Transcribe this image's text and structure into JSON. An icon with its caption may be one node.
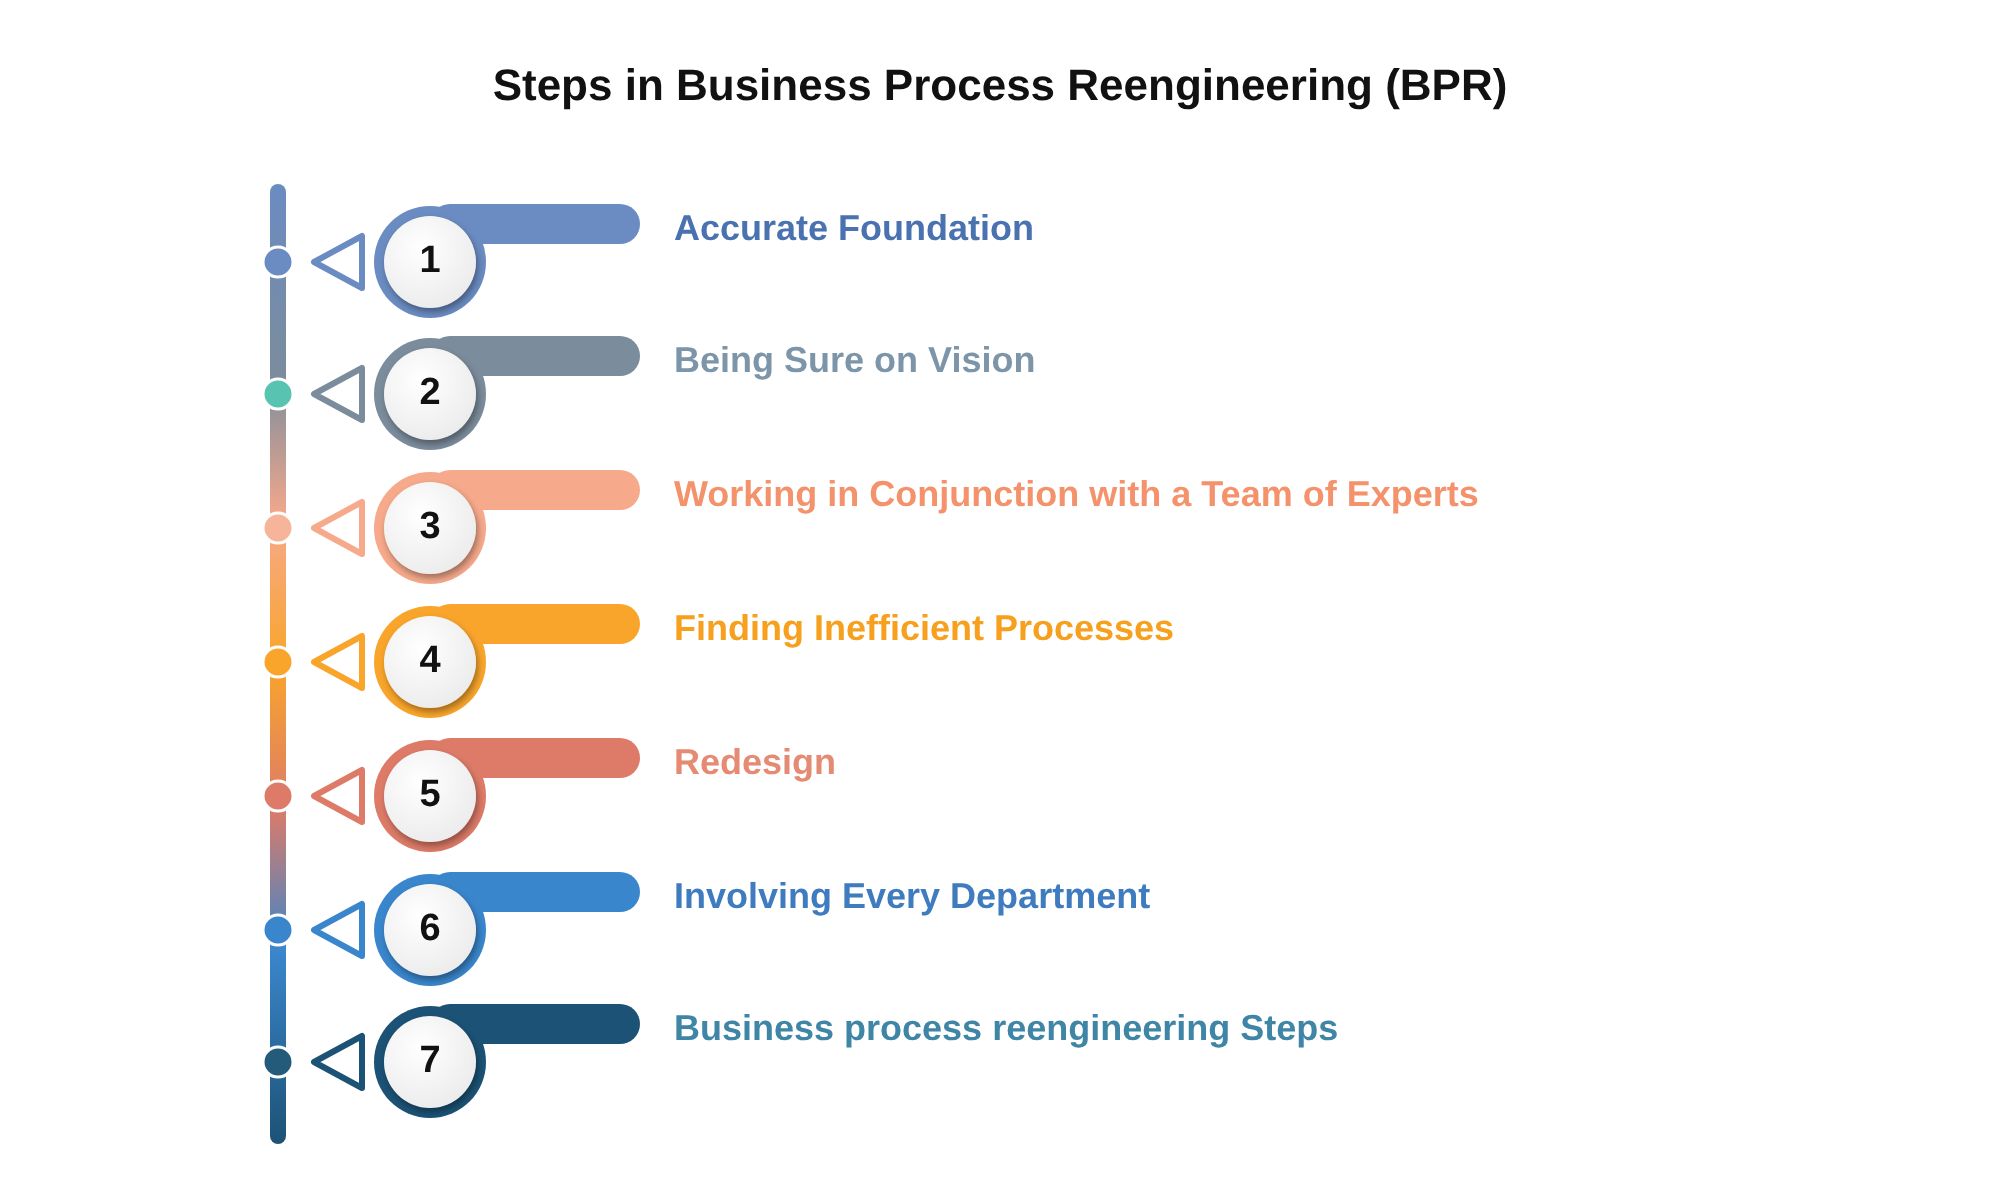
{
  "diagram": {
    "title": "Steps in Business Process Reengineering (BPR)",
    "nodes": [
      {
        "text": [
          "1"
        ],
        "beside": [
          "Accurate Foundation"
        ]
      },
      {
        "text": [
          "2"
        ],
        "beside": [
          "Being Sure on Vision"
        ]
      },
      {
        "text": [
          "3"
        ],
        "beside": [
          "Working in Conjunction with a Team of Experts"
        ]
      },
      {
        "text": [
          "4"
        ],
        "beside": [
          "Finding Inefficient Processes"
        ]
      },
      {
        "text": [
          "5"
        ],
        "beside": [
          "Redesign"
        ]
      },
      {
        "text": [
          "6"
        ],
        "beside": [
          "Involving Every Department"
        ]
      },
      {
        "text": [
          "7"
        ],
        "beside": [
          "Business process reengineering Steps"
        ]
      }
    ]
  }
}
